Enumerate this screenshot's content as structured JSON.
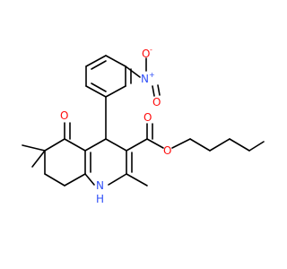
{
  "molecule": {
    "atoms": {
      "nitro_N": {
        "symbol": "N",
        "charge": "+",
        "color": "#3050F8"
      },
      "nitro_O_top": {
        "symbol": "O",
        "charge": "-",
        "color": "#FF0D0D"
      },
      "nitro_O_bottom": {
        "symbol": "O",
        "color": "#FF0D0D"
      },
      "ketone_O": {
        "symbol": "O",
        "color": "#FF0D0D"
      },
      "ester_O_carbonyl": {
        "symbol": "O",
        "color": "#FF0D0D"
      },
      "ester_O_link": {
        "symbol": "O",
        "color": "#FF0D0D"
      },
      "ring_N": {
        "symbol": "N",
        "color": "#3050F8"
      },
      "ring_N_H": {
        "symbol": "H",
        "color": "#3050F8"
      }
    },
    "bond_color": "#000000"
  }
}
